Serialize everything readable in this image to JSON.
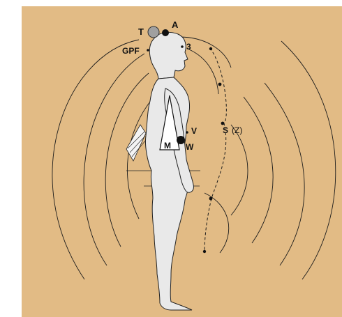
{
  "labels": {
    "T": "T",
    "A": "A",
    "three": "3",
    "GPF": "GPF",
    "V": "V",
    "W": "W",
    "M": "M",
    "S": "S",
    "Z": "(Z)"
  },
  "colors": {
    "background": "#e2bb85",
    "figure_fill": "#e9e9e9",
    "outline": "#222222",
    "marker_gray": "#a0a0a0",
    "marker_black": "#111111",
    "triangle_fill": "#ffffff"
  }
}
